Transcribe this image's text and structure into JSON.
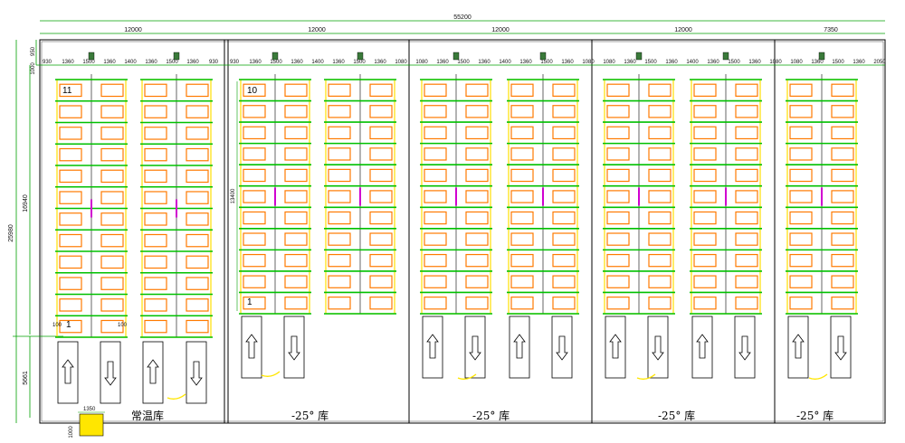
{
  "drawing": {
    "total_width_label": "55200",
    "bay_width_labels": [
      "12000",
      "12000",
      "12000",
      "12000",
      "7350"
    ],
    "row_offset_labels": [
      "930",
      "1360",
      "1500",
      "1360",
      "1400",
      "1360",
      "1500",
      "1360",
      "930",
      "930",
      "1360",
      "1500",
      "1360",
      "1400",
      "1360",
      "1500",
      "1360",
      "1080",
      "1080",
      "1360",
      "1500",
      "1360",
      "1400",
      "1360",
      "1500",
      "1360",
      "1080",
      "1080",
      "1360",
      "1500",
      "1360",
      "1400",
      "1360",
      "1500",
      "1360",
      "1080",
      "1080",
      "1360",
      "1500",
      "1360",
      "2050"
    ],
    "side_dims": {
      "total_height": "25980",
      "upper_height": "16940",
      "lower_height": "5661",
      "top_a": "950",
      "top_b": "1000",
      "inner_height": "13400"
    },
    "bottom_dims": {
      "left": "100",
      "right": "100",
      "box_w": "1350",
      "box_h": "1000"
    },
    "rack_index": {
      "top_left": "11",
      "top_freezer": "10",
      "bottom": "1",
      "bottom_left": "1"
    },
    "rooms": [
      {
        "label": "常温库"
      },
      {
        "label": "-25° 库"
      },
      {
        "label": "-25° 库"
      },
      {
        "label": "-25° 库"
      },
      {
        "label": "-25° 库"
      }
    ],
    "colors": {
      "frame": "#000000",
      "rack": "#ff7a00",
      "beam": "#00c000",
      "aisle_edge": "#ffe000",
      "dim_line": "#00a000",
      "tag": "#d000d0",
      "door": "#ffe600"
    }
  }
}
